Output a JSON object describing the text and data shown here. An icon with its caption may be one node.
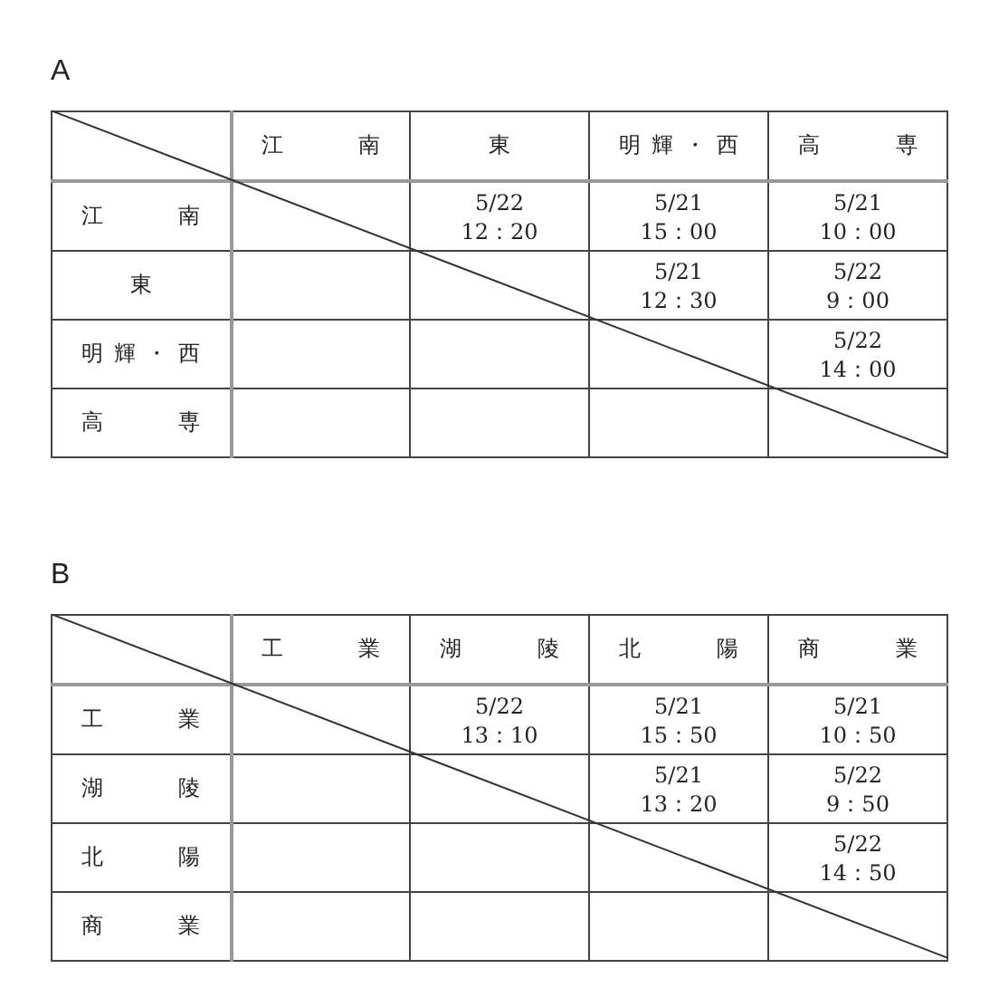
{
  "diagram": {
    "labels": [
      "A",
      "江南",
      "東",
      "明輝・西",
      "高専",
      "江南",
      "5/22 12：20",
      "5/21 15：00",
      "5/21 10：00",
      "東",
      "5/21 12：30",
      "5/22 9：00",
      "明輝・西",
      "5/22 14：00",
      "高専",
      "B",
      "工業",
      "湖陵",
      "北陽",
      "商業",
      "工業",
      "5/22 13：10",
      "5/21 15：50",
      "5/21 10：50",
      "湖陵",
      "5/21 13：20",
      "5/22 9：50",
      "北陽",
      "5/22 14：50",
      "商業"
    ]
  }
}
